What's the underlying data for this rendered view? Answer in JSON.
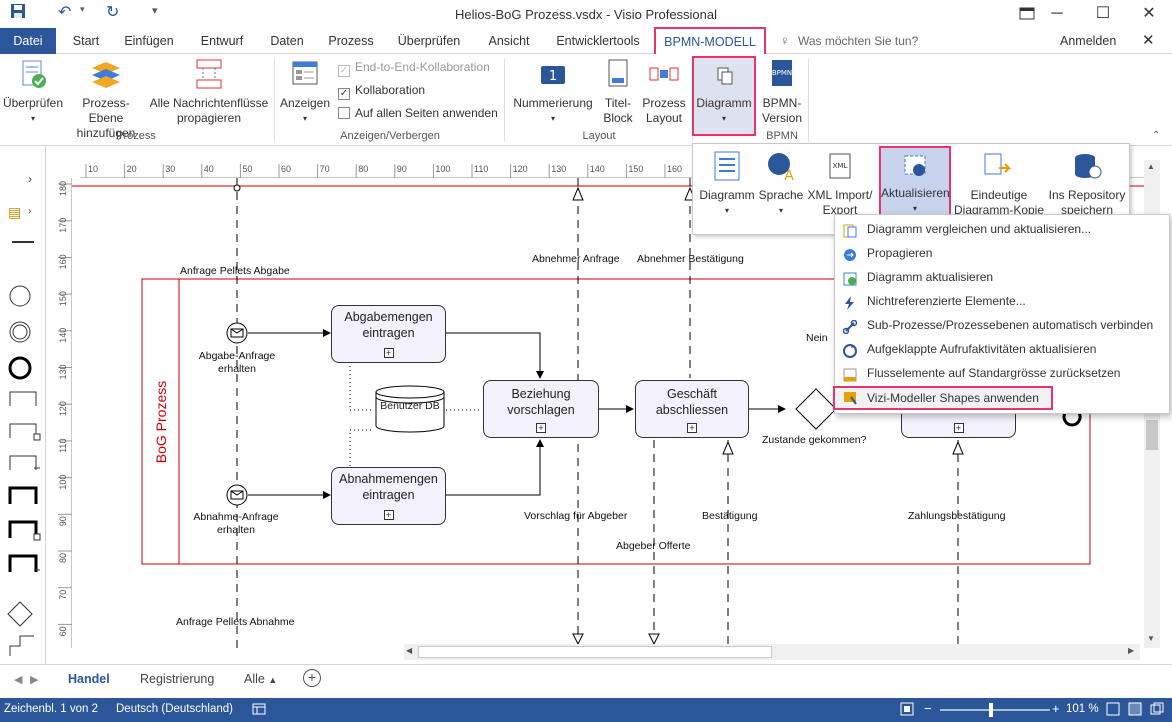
{
  "window": {
    "title": "Helios-BoG Prozess.vsdx - Visio Professional"
  },
  "menu": {
    "tabs": [
      "Datei",
      "Start",
      "Einfügen",
      "Entwurf",
      "Daten",
      "Prozess",
      "Überprüfen",
      "Ansicht",
      "Entwicklertools",
      "BPMN-MODELL"
    ],
    "search_placeholder": "Was möchten Sie tun?",
    "signin": "Anmelden"
  },
  "ribbon": {
    "pruefen": "Überprüfen",
    "prozess_ebene": "Prozess-Ebene hinzufügen",
    "alle_nachrichten": "Alle Nachrichtenflüsse propagieren",
    "group_prozess": "Prozess",
    "anzeigen": "Anzeigen",
    "chk_end": "End-to-End-Kollaboration",
    "chk_koll": "Kollaboration",
    "chk_alle": "Auf allen Seiten anwenden",
    "group_anzeigen": "Anzeigen/Verbergen",
    "nummerierung": "Nummerierung",
    "titelblock": "Titel-Block",
    "prozesslayout": "Prozess Layout",
    "group_layout": "Layout",
    "diagramm": "Diagramm",
    "bpmn_version": "BPMN-Version",
    "group_bpmn": "BPMN"
  },
  "submenu": {
    "diagramm": "Diagramm",
    "sprache": "Sprache",
    "xml": "XML Import/ Export",
    "aktualisieren": "Aktualisieren",
    "kopie": "Eindeutige Diagramm-Kopie",
    "repository": "Ins Repository speichern"
  },
  "dropdown": {
    "items": [
      "Diagramm vergleichen und aktualisieren...",
      "Propagieren",
      "Diagramm aktualisieren",
      "Nichtreferenzierte Elemente...",
      "Sub-Prozesse/Prozessebenen automatisch verbinden",
      "Aufgeklappte Aufrufaktivitäten aktualisieren",
      "Flusselemente auf Standargrösse zurücksetzen",
      "Vizi-Modeller Shapes anwenden"
    ]
  },
  "ruler": {
    "h": [
      "10",
      "20",
      "30",
      "40",
      "50",
      "60",
      "70",
      "80",
      "90",
      "100",
      "110",
      "120",
      "130",
      "140",
      "150",
      "160"
    ],
    "v": [
      "180",
      "170",
      "160",
      "150",
      "140",
      "130",
      "120",
      "110",
      "100",
      "90",
      "80",
      "70",
      "60"
    ]
  },
  "diagram": {
    "pool": "BoG Prozess",
    "task1": "Abgabemengen eintragen",
    "task2": "Abnahmemengen eintragen",
    "task3": "Beziehung vorschlagen",
    "task4": "Geschäft abschliessen",
    "db": "Benutzer DB",
    "ev1": "Abgabe-Anfrage erhalten",
    "ev2": "Abnahme-Anfrage erhalten",
    "gw": "Zustande gekommen?",
    "nein": "Nein",
    "l_anfrage_abgabe": "Anfrage Pellets Abgabe",
    "l_anfrage_abnahme": "Anfrage Pellets Abnahme",
    "l_abnehmer_anfrage": "Abnehmer Anfrage",
    "l_abnehmer_best": "Abnehmer Bestätigung",
    "l_vorschlag": "Vorschlag für Abgeber",
    "l_offerte": "Abgeber Offerte",
    "l_best": "Bestätigung",
    "l_zahlung": "Zahlungsbestätigung"
  },
  "pages": {
    "tabs": [
      "Handel",
      "Registrierung",
      "Alle"
    ]
  },
  "status": {
    "page": "Zeichenbl. 1 von 2",
    "lang": "Deutsch (Deutschland)",
    "zoom": "101 %"
  }
}
